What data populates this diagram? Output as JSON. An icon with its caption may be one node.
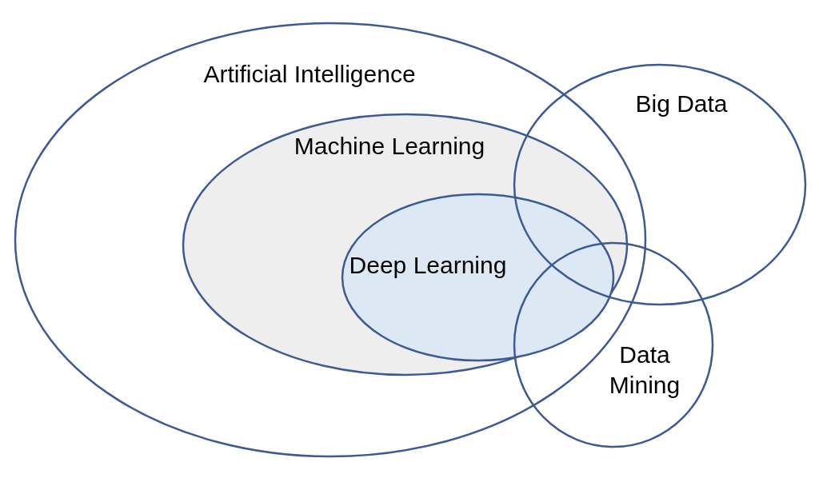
{
  "diagram": {
    "nodes": [
      {
        "text": [
          "Artificial Intelligence"
        ]
      },
      {
        "text": [
          "Machine Learning"
        ],
        "in": 0
      },
      {
        "text": [
          "Deep Learning"
        ],
        "in": 1
      },
      {
        "text": [
          "Big Data"
        ]
      },
      {
        "text": [
          "Data Mining"
        ]
      }
    ],
    "edges": []
  }
}
